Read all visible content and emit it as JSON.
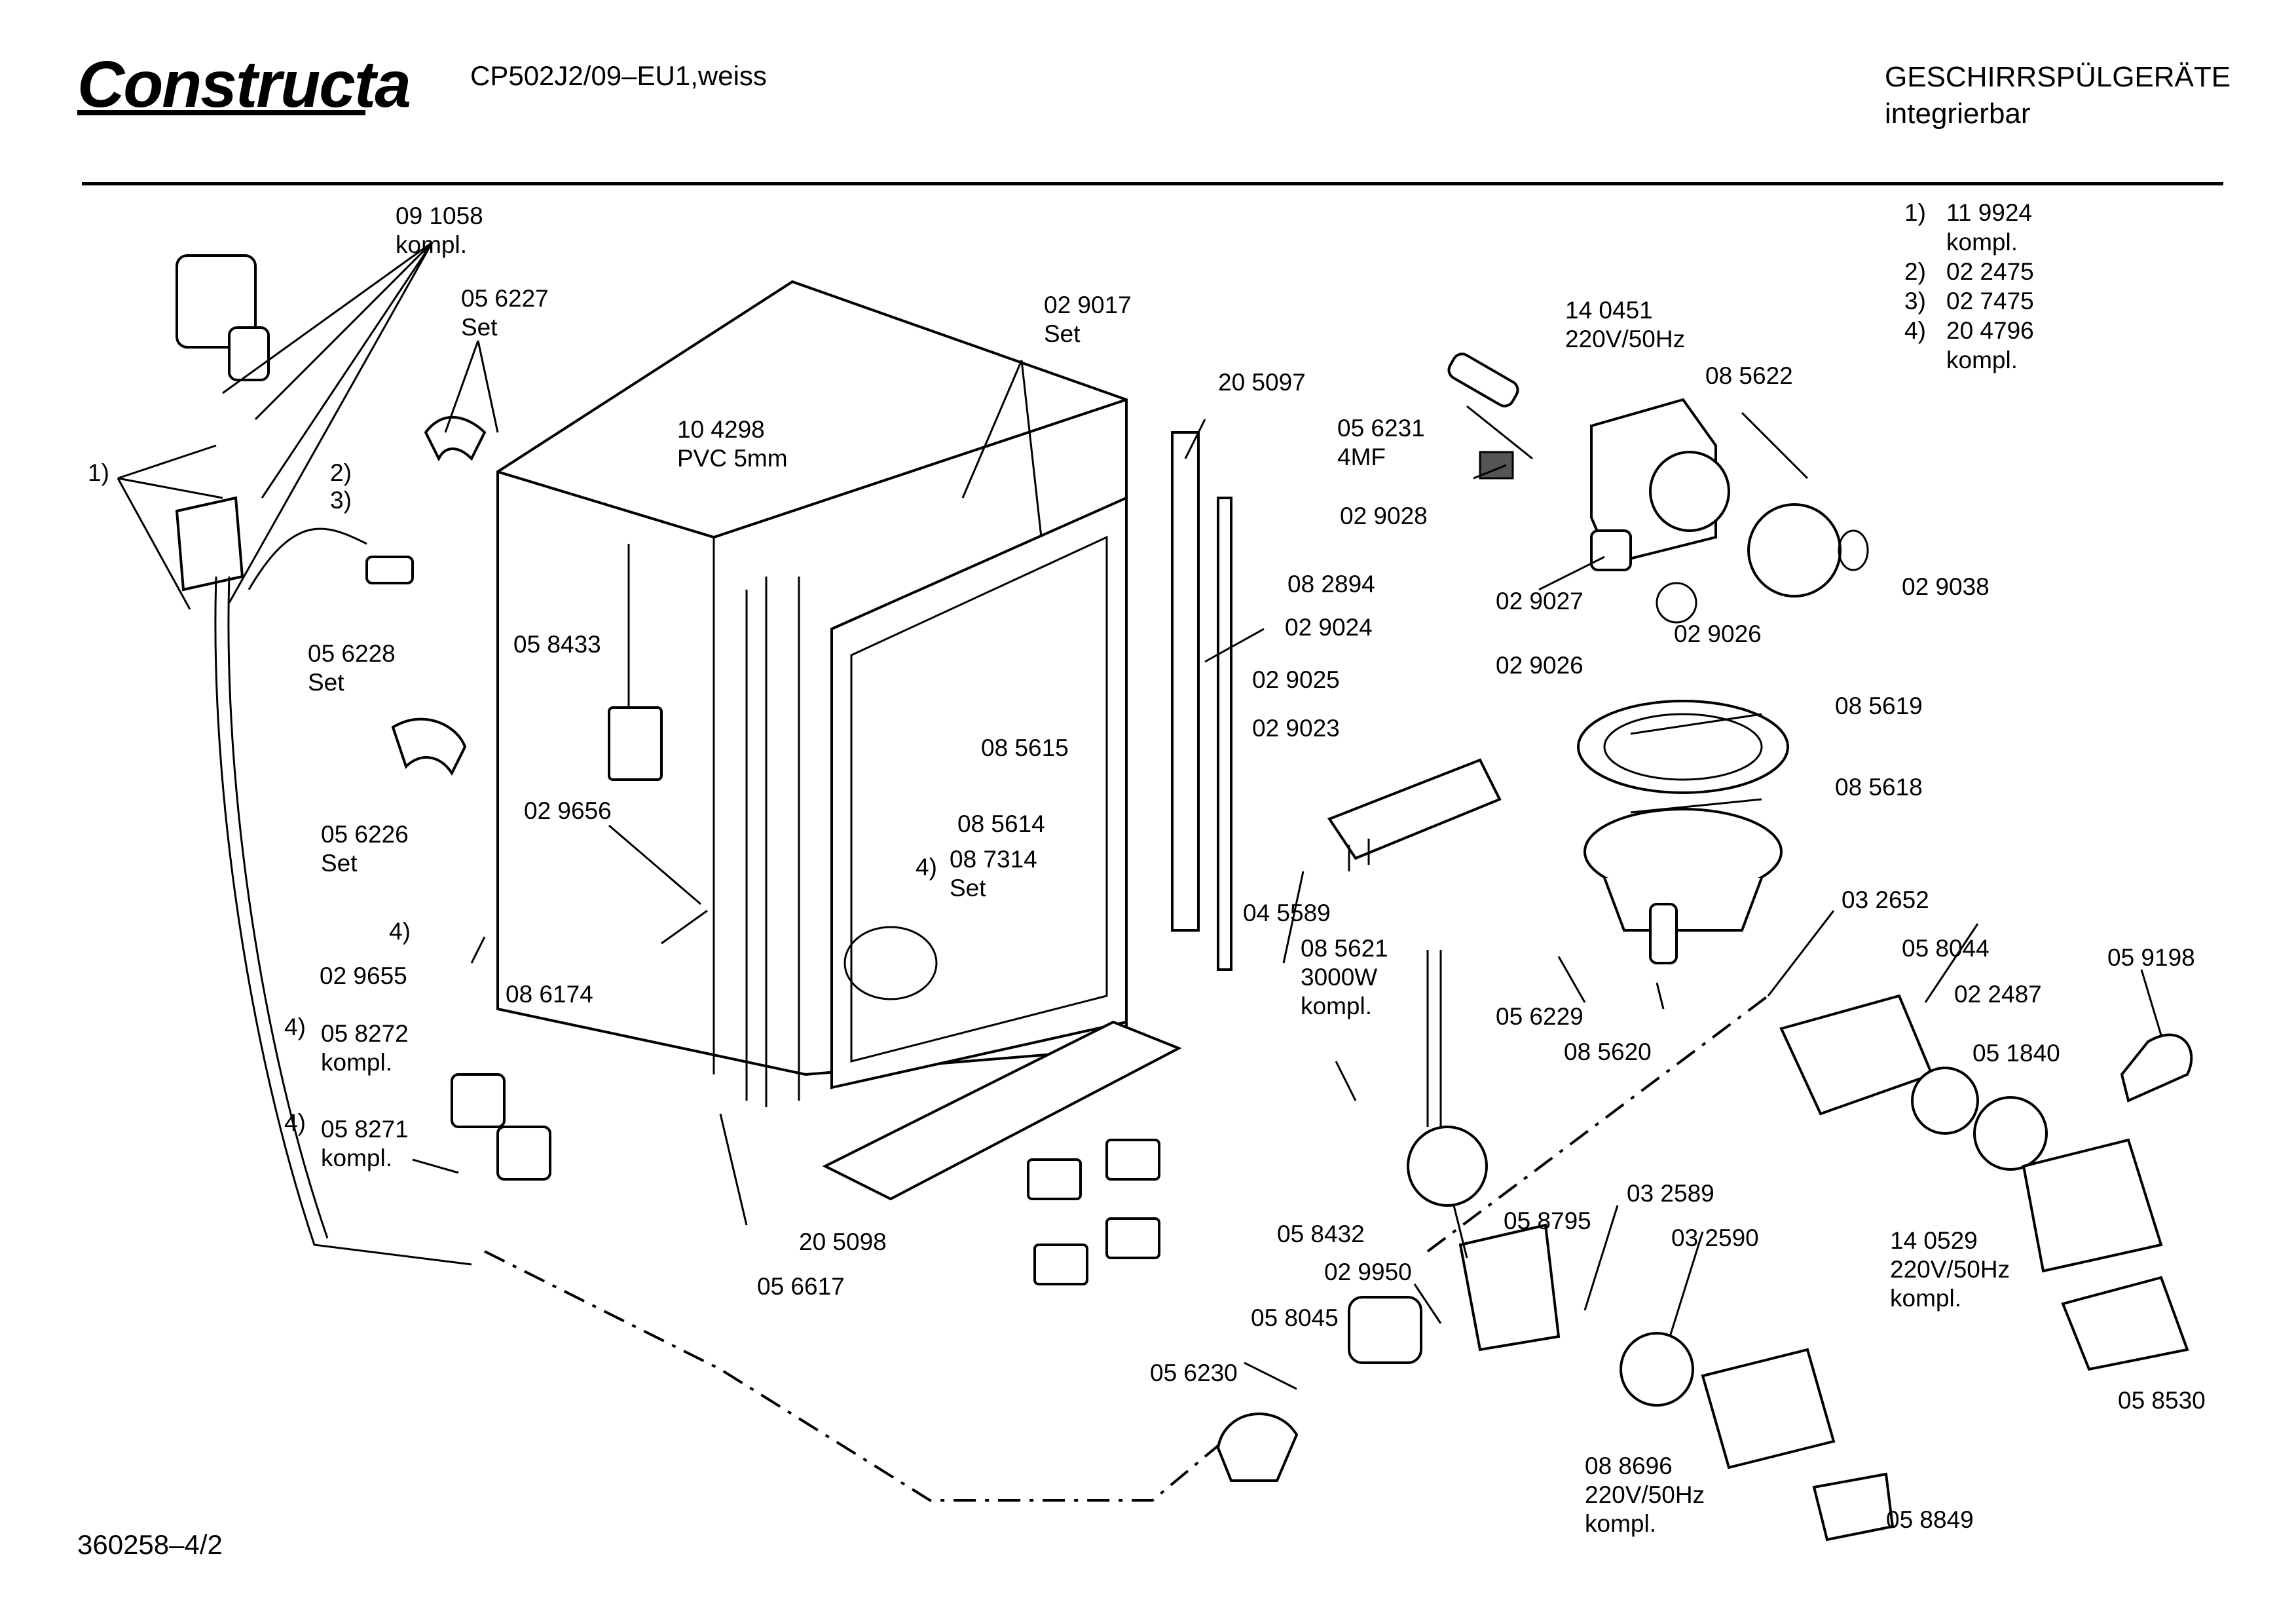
{
  "header": {
    "brand": "Constructa",
    "model": "CP502J2/09–EU1,weiss",
    "category_line1": "GESCHIRRSPÜLGERÄTE",
    "category_line2": "integrierbar"
  },
  "footer": {
    "doc_number": "360258–4/2"
  },
  "notes": [
    {
      "index": "1)",
      "part": "11 9924",
      "suffix": "kompl."
    },
    {
      "index": "2)",
      "part": "02 2475",
      "suffix": ""
    },
    {
      "index": "3)",
      "part": "02 7475",
      "suffix": ""
    },
    {
      "index": "4)",
      "part": "20 4796",
      "suffix": "kompl."
    }
  ],
  "callouts": {
    "c091058": "09 1058\nkompl.",
    "c056227": "05 6227\nSet",
    "c1a": "1)",
    "c2": "2)",
    "c3": "3)",
    "c056228": "05 6228\nSet",
    "c056226": "05 6226\nSet",
    "c104298": "10 4298\nPVC 5mm",
    "c058433": "05 8433",
    "c029656": "02 9656",
    "c4a": "4)",
    "c029655": "02 9655",
    "c086174": "08 6174",
    "c058272": "05 8272\nkompl.",
    "c4b": "4)",
    "c058271": "05 8271\nkompl.",
    "c4c": "4)",
    "c029017": "02 9017\nSet",
    "c205097": "20 5097",
    "c085615": "08 5615",
    "c085614": "08 5614",
    "c4d": "4)",
    "c087314": "08 7314\nSet",
    "c205098": "20 5098",
    "c056617": "05 6617",
    "c082894": "08 2894",
    "c056231": "05 6231\n4MF",
    "c029028": "02 9028",
    "c140451": "14 0451\n220V/50Hz",
    "c085622": "08 5622",
    "c029027": "02 9027",
    "c029026a": "02 9026",
    "c029038": "02 9038",
    "c029024": "02 9024",
    "c029025": "02 9025",
    "c029023": "02 9023",
    "c029026b": "02 9026",
    "c085619": "08 5619",
    "c085618": "08 5618",
    "c045589": "04 5589",
    "c085621": "08 5621\n3000W\nkompl.",
    "c032652": "03 2652",
    "c056229": "05 6229",
    "c085620": "08 5620",
    "c058044": "05 8044",
    "c059198": "05 9198",
    "c022487": "02 2487",
    "c051840": "05 1840",
    "c058432": "05 8432",
    "c058795": "05 8795",
    "c032589": "03 2589",
    "c032590": "03 2590",
    "c029950": "02 9950",
    "c058045": "05 8045",
    "c056230": "05 6230",
    "c140529": "14 0529\n220V/50Hz\nkompl.",
    "c058530": "05 8530",
    "c088696": "08 8696\n220V/50Hz\nkompl.",
    "c058849": "05 8849"
  }
}
